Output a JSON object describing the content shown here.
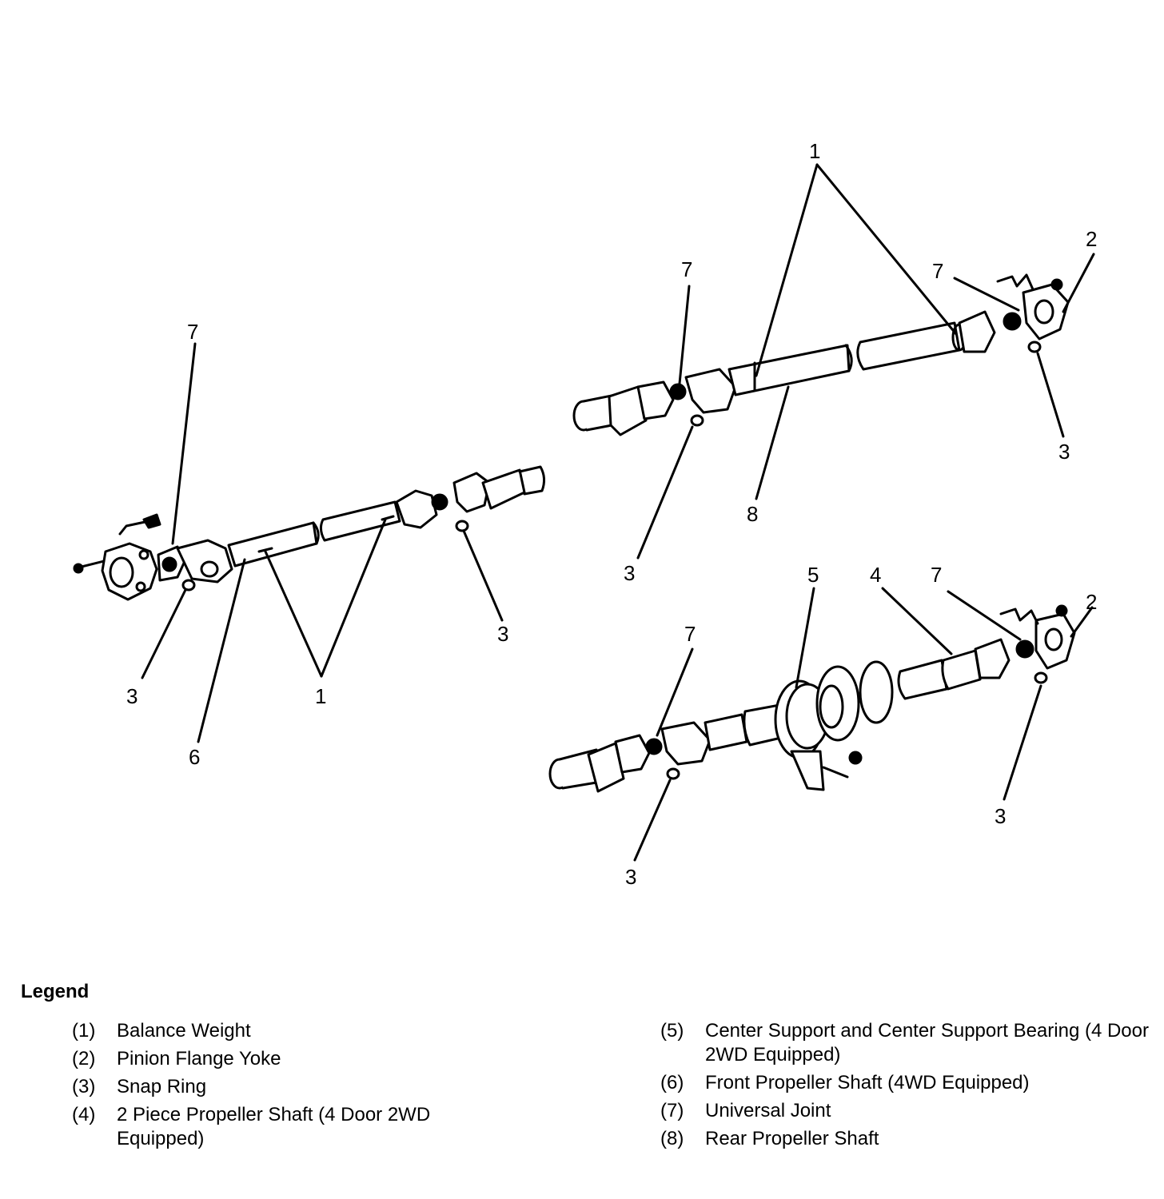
{
  "callouts": {
    "left": {
      "c7": "7",
      "c3a": "3",
      "c3b": "3",
      "c1": "1",
      "c6": "6"
    },
    "topright": {
      "c1": "1",
      "c7a": "7",
      "c7b": "7",
      "c2": "2",
      "c3a": "3",
      "c3b": "3",
      "c8": "8"
    },
    "bottomright": {
      "c5": "5",
      "c4": "4",
      "c7a": "7",
      "c7b": "7",
      "c2": "2",
      "c3a": "3",
      "c3b": "3"
    }
  },
  "legend": {
    "title": "Legend",
    "left": [
      {
        "num": "(1)",
        "text": "Balance Weight"
      },
      {
        "num": "(2)",
        "text": "Pinion Flange Yoke"
      },
      {
        "num": "(3)",
        "text": "Snap Ring"
      },
      {
        "num": "(4)",
        "text": "2 Piece Propeller Shaft (4 Door 2WD Equipped)"
      }
    ],
    "right": [
      {
        "num": "(5)",
        "text": "Center Support and Center Support Bearing (4 Door 2WD Equipped)"
      },
      {
        "num": "(6)",
        "text": "Front Propeller Shaft (4WD Equipped)"
      },
      {
        "num": "(7)",
        "text": "Universal Joint"
      },
      {
        "num": "(8)",
        "text": "Rear Propeller Shaft"
      }
    ]
  }
}
